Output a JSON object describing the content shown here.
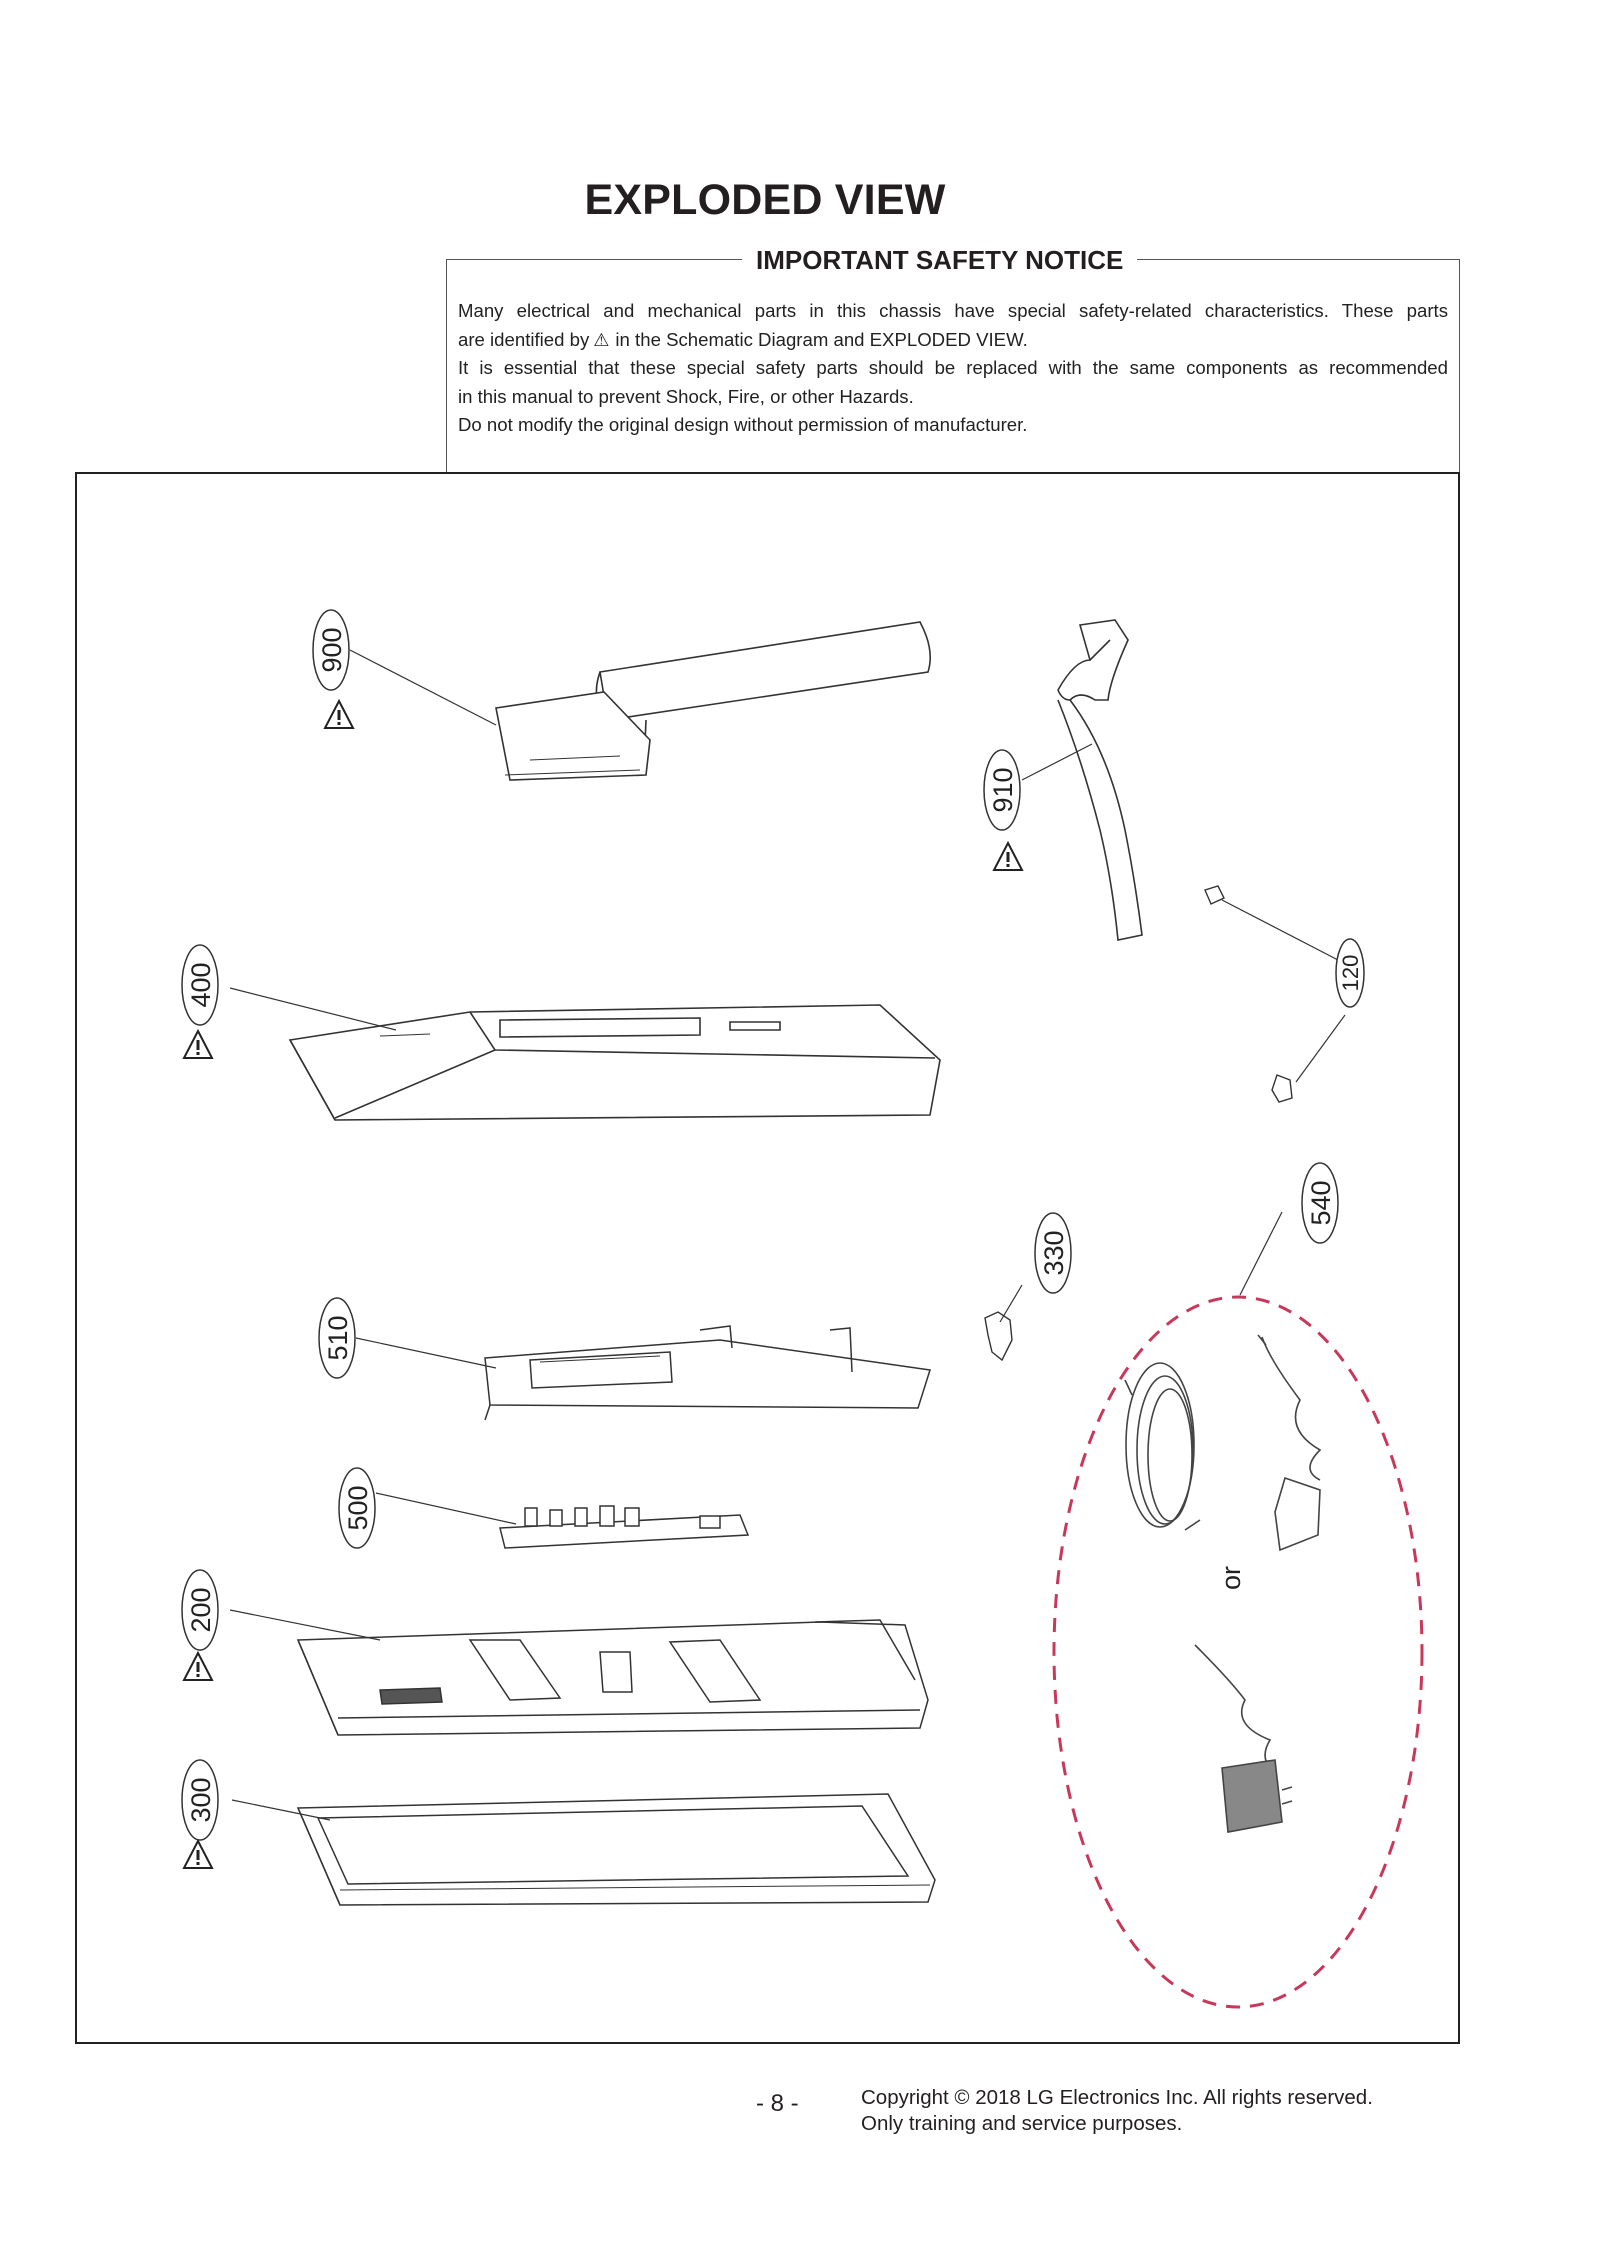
{
  "title": "EXPLODED VIEW",
  "notice": {
    "heading": "IMPORTANT SAFETY NOTICE",
    "line1": "Many electrical and mechanical parts in this chassis have special safety-related characteristics. These parts",
    "line2a": "are identified by",
    "line2b": "in the Schematic Diagram and EXPLODED VIEW.",
    "line3": "It is essential that these special safety parts should be replaced with the same components as recommended",
    "line4": "in this manual to prevent Shock, Fire, or other Hazards.",
    "line5": "Do not modify the original design without permission of manufacturer."
  },
  "parts": {
    "p900": "900",
    "p910": "910",
    "p120": "120",
    "p400": "400",
    "p330": "330",
    "p540": "540",
    "p510": "510",
    "p500": "500",
    "p200": "200",
    "p300": "300",
    "or": "or"
  },
  "footer": {
    "page": "- 8 -",
    "copyright": "Copyright © 2018  LG Electronics Inc. All rights reserved.",
    "purpose": "Only training and service purposes."
  },
  "colors": {
    "ink": "#231f20",
    "group_outline": "#c8385a"
  },
  "icons": [
    "warning-triangle-icon"
  ]
}
